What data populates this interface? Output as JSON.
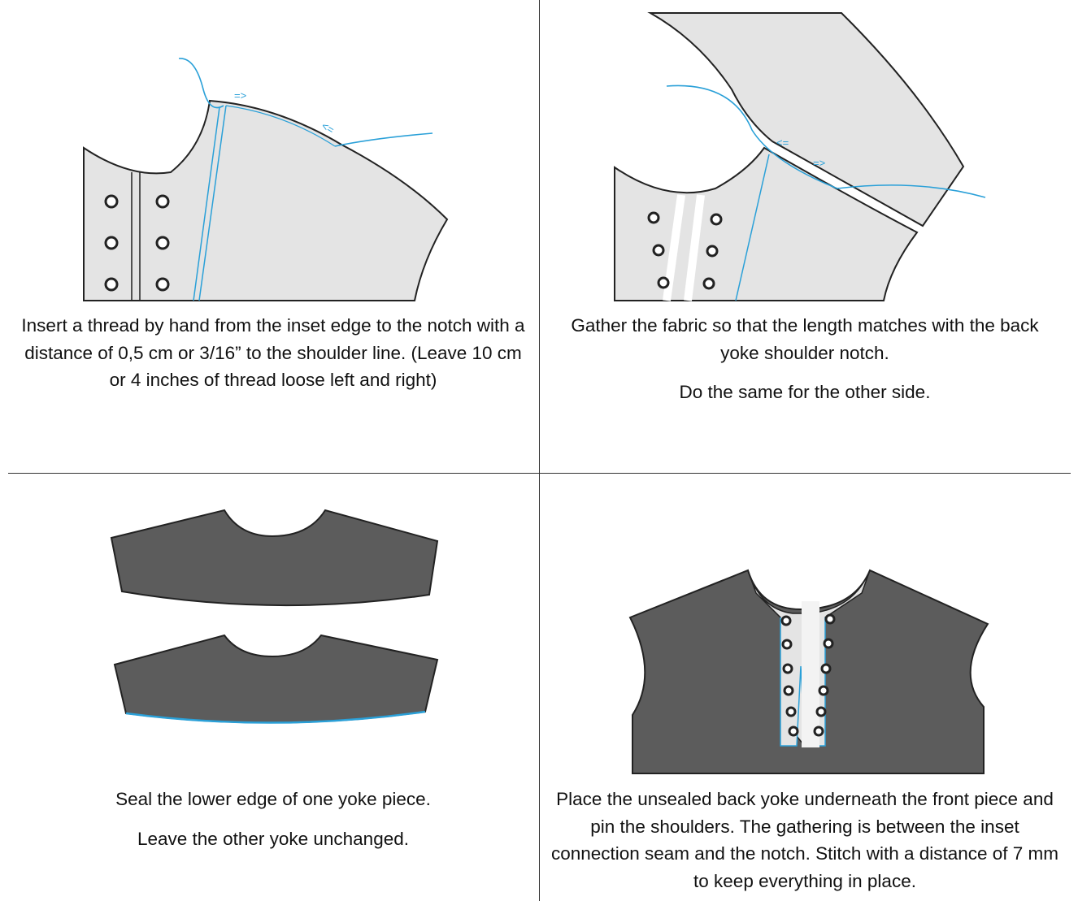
{
  "steps": [
    {
      "caption": [
        "Insert a thread by hand from the inset edge to the notch with a distance of 0,5 cm or 3/16” to the shoulder line. (Leave 10 cm or 4 inches of thread loose left and right)"
      ],
      "arrows": [
        "=>",
        "<="
      ]
    },
    {
      "caption": [
        "Gather the fabric so that the length matches with the back yoke shoulder notch.",
        "Do the same for the other side."
      ],
      "arrows": [
        "<=",
        "=>"
      ]
    },
    {
      "caption": [
        "Seal the lower edge of one yoke piece.",
        "Leave the other yoke unchanged."
      ]
    },
    {
      "caption": [
        "Place the unsealed back yoke underneath the front piece and pin the shoulders. The gathering is between the inset connection seam and the notch. Stitch with a distance of 7 mm to keep everything in place."
      ]
    }
  ],
  "colors": {
    "fabric_light": "#e4e4e4",
    "fabric_dark": "#5c5c5c",
    "thread": "#2aa0d8"
  }
}
